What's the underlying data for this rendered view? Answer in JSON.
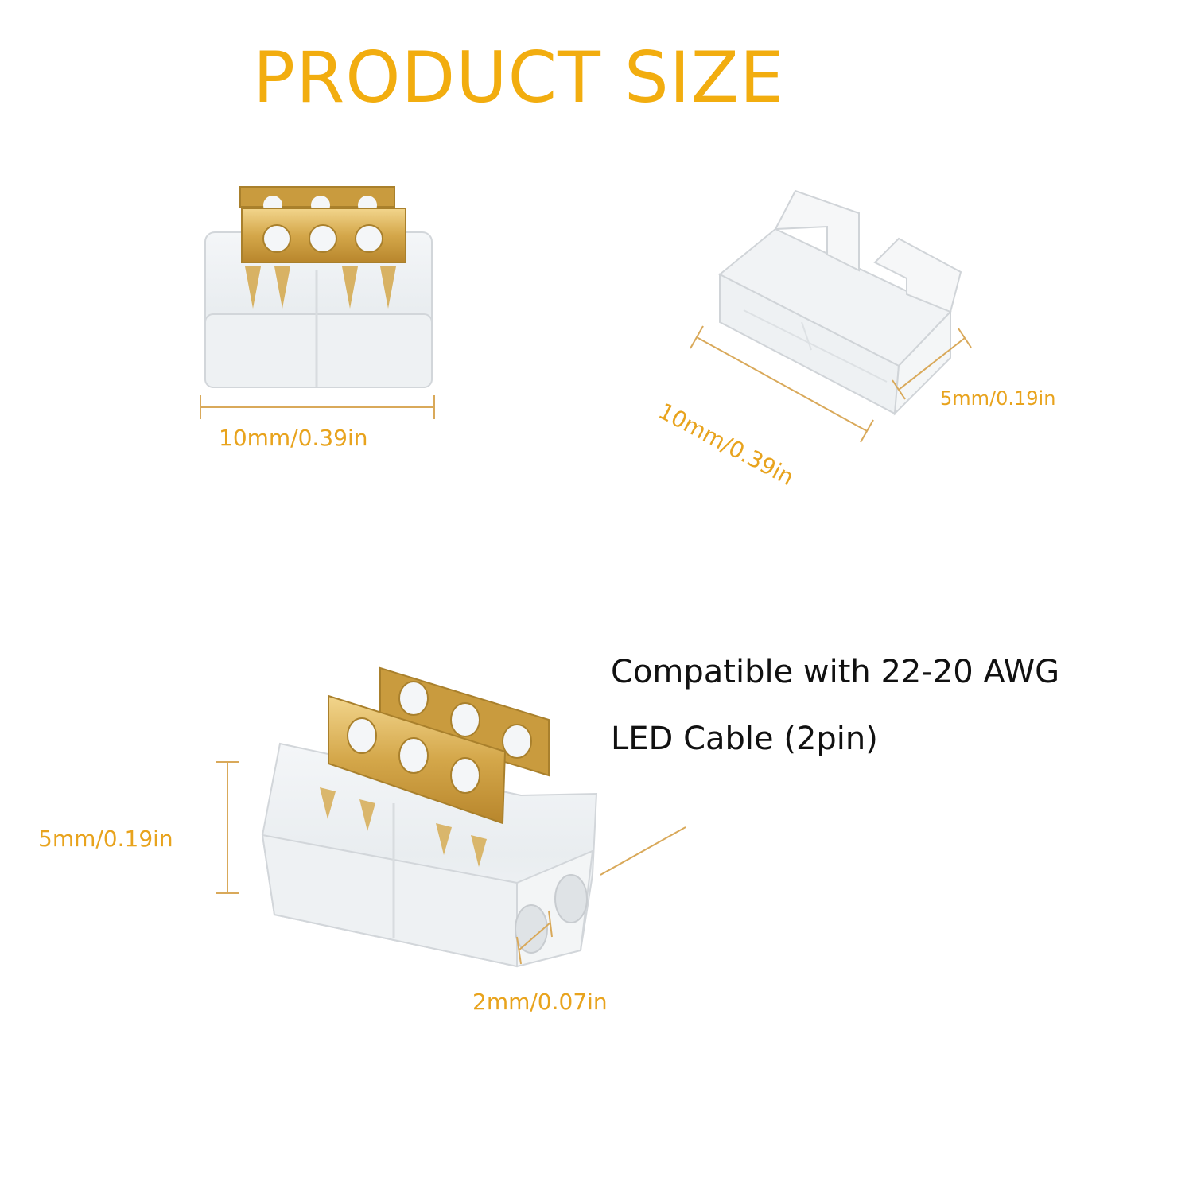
{
  "title": "PRODUCT SIZE",
  "colors": {
    "title_accent": "#f2ad0f",
    "dimension_label": "#e8a31d",
    "dimension_line": "#d9a95a",
    "brass": "#d4a74a",
    "note_text": "#111111"
  },
  "dimensions": {
    "top_left_width": "10mm/0.39in",
    "top_right_length": "10mm/0.39in",
    "top_right_width": "5mm/0.19in",
    "bottom_height": "5mm/0.19in",
    "bottom_hole": "2mm/0.07in"
  },
  "compatibility": {
    "line1": "Compatible with 22-20 AWG",
    "line2": "LED Cable (2pin)"
  }
}
